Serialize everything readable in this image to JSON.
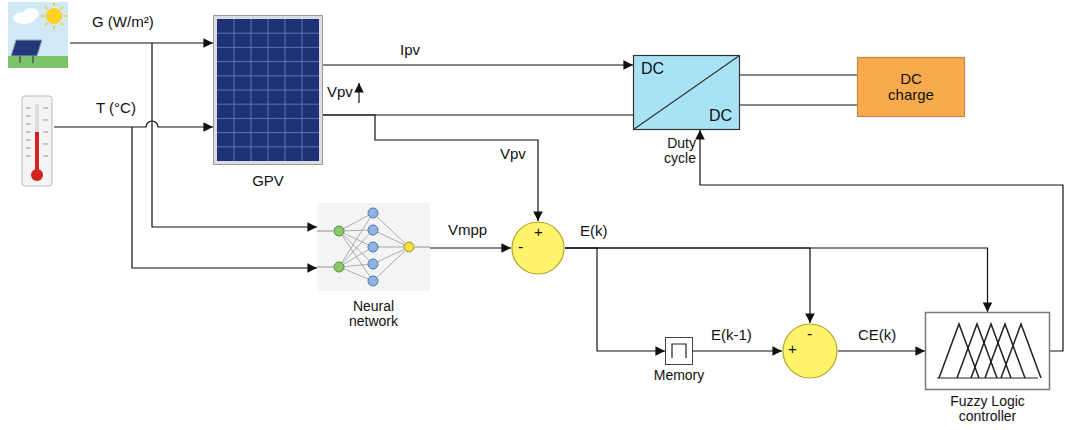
{
  "diagram": {
    "nodes": [
      {
        "text": [
          "GPV"
        ]
      },
      {
        "text": [
          "DC",
          "DC"
        ]
      },
      {
        "text": [
          "DC charge"
        ]
      },
      {
        "text": [
          "Neural network"
        ]
      },
      {
        "text": [
          "+",
          "-"
        ]
      },
      {
        "text": [
          "Memory"
        ]
      },
      {
        "text": [
          "-",
          "+"
        ]
      },
      {
        "text": [
          "Fuzzy Logic controller"
        ]
      }
    ],
    "edges": [
      {
        "from": 0,
        "to": 1,
        "arrow": "to",
        "label": "Ipv"
      },
      {
        "from": 0,
        "to": 1,
        "arrow": "none"
      },
      {
        "from": 1,
        "to": 2,
        "arrow": "none"
      },
      {
        "from": 1,
        "to": 2,
        "arrow": "none"
      },
      {
        "from": 0,
        "to": 4,
        "arrow": "to",
        "label": "Vpv"
      },
      {
        "from": 3,
        "to": 4,
        "arrow": "to",
        "label": "Vmpp"
      },
      {
        "from": 4,
        "to": 7,
        "arrow": "to",
        "label": "E(k)"
      },
      {
        "from": 4,
        "to": 5,
        "arrow": "to"
      },
      {
        "from": 4,
        "to": 6,
        "arrow": "to"
      },
      {
        "from": 5,
        "to": 6,
        "arrow": "to",
        "label": "E(k-1)"
      },
      {
        "from": 6,
        "to": 7,
        "arrow": "to",
        "label": "CE(k)"
      },
      {
        "from": 7,
        "to": 1,
        "arrow": "to",
        "label": "Duty cycle"
      }
    ],
    "labels": [
      "G (W/m²)",
      "T (°C)",
      "Vpv"
    ]
  }
}
